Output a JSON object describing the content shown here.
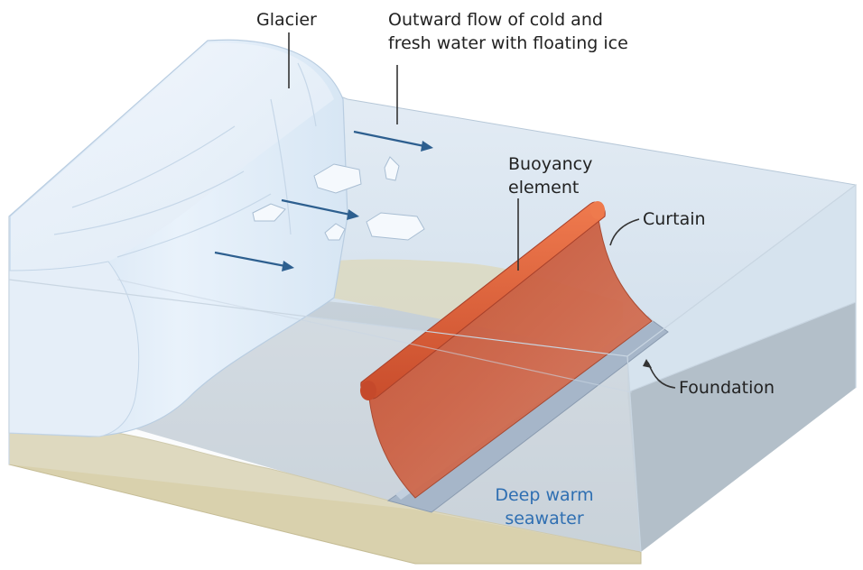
{
  "labels": {
    "glacier": "Glacier",
    "outflow_line1": "Outward flow of cold and",
    "outflow_line2": "fresh water with floating ice",
    "buoyancy_line1": "Buoyancy",
    "buoyancy_line2": "element",
    "curtain": "Curtain",
    "foundation": "Foundation",
    "deep_line1": "Deep warm",
    "deep_line2": "seawater"
  },
  "colors": {
    "glacier_ice": "#e3eef8",
    "surface_water": "#dbe7f1",
    "deep_water": "#b9c5cf",
    "seabed": "#d9d1ad",
    "curtain": "#c9593a",
    "buoyancy_tube": "#e0643a",
    "foundation": "#a6b6c9",
    "flow_arrow": "#2d5f8f",
    "deep_water_label": "#2f6fb2"
  },
  "icons": {
    "flow_arrow": "right-arrow"
  }
}
